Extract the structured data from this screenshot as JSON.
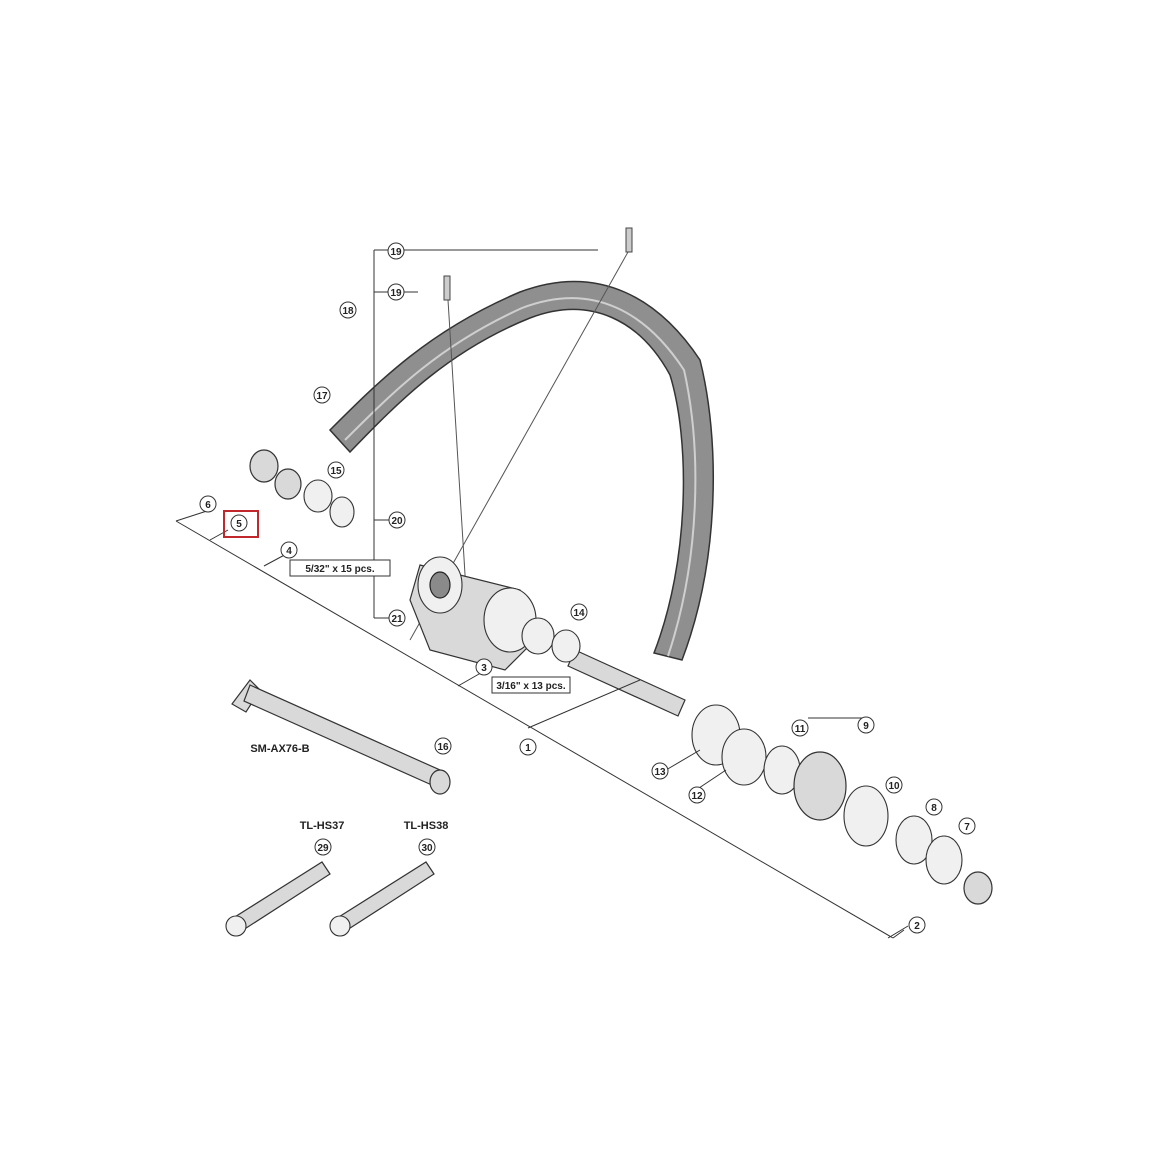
{
  "diagram": {
    "callouts": [
      {
        "id": "c1",
        "num": "1"
      },
      {
        "id": "c2",
        "num": "2"
      },
      {
        "id": "c3",
        "num": "3"
      },
      {
        "id": "c4",
        "num": "4"
      },
      {
        "id": "c5",
        "num": "5"
      },
      {
        "id": "c6",
        "num": "6"
      },
      {
        "id": "c7",
        "num": "7"
      },
      {
        "id": "c8",
        "num": "8"
      },
      {
        "id": "c9",
        "num": "9"
      },
      {
        "id": "c10",
        "num": "10"
      },
      {
        "id": "c11",
        "num": "11"
      },
      {
        "id": "c12",
        "num": "12"
      },
      {
        "id": "c13",
        "num": "13"
      },
      {
        "id": "c14",
        "num": "14"
      },
      {
        "id": "c15",
        "num": "15"
      },
      {
        "id": "c16",
        "num": "16"
      },
      {
        "id": "c17",
        "num": "17"
      },
      {
        "id": "c18",
        "num": "18"
      },
      {
        "id": "c19a",
        "num": "19"
      },
      {
        "id": "c19b",
        "num": "19"
      },
      {
        "id": "c20",
        "num": "20"
      },
      {
        "id": "c21",
        "num": "21"
      },
      {
        "id": "c29",
        "num": "29"
      },
      {
        "id": "c30",
        "num": "30"
      }
    ],
    "specs": {
      "balls_small": "5/32\" x 15 pcs.",
      "balls_large": "3/16\" x 13 pcs."
    },
    "models": {
      "axle": "SM-AX76-B",
      "tool_left": "TL-HS37",
      "tool_right": "TL-HS38"
    },
    "highlight_color": "#c0282d"
  }
}
